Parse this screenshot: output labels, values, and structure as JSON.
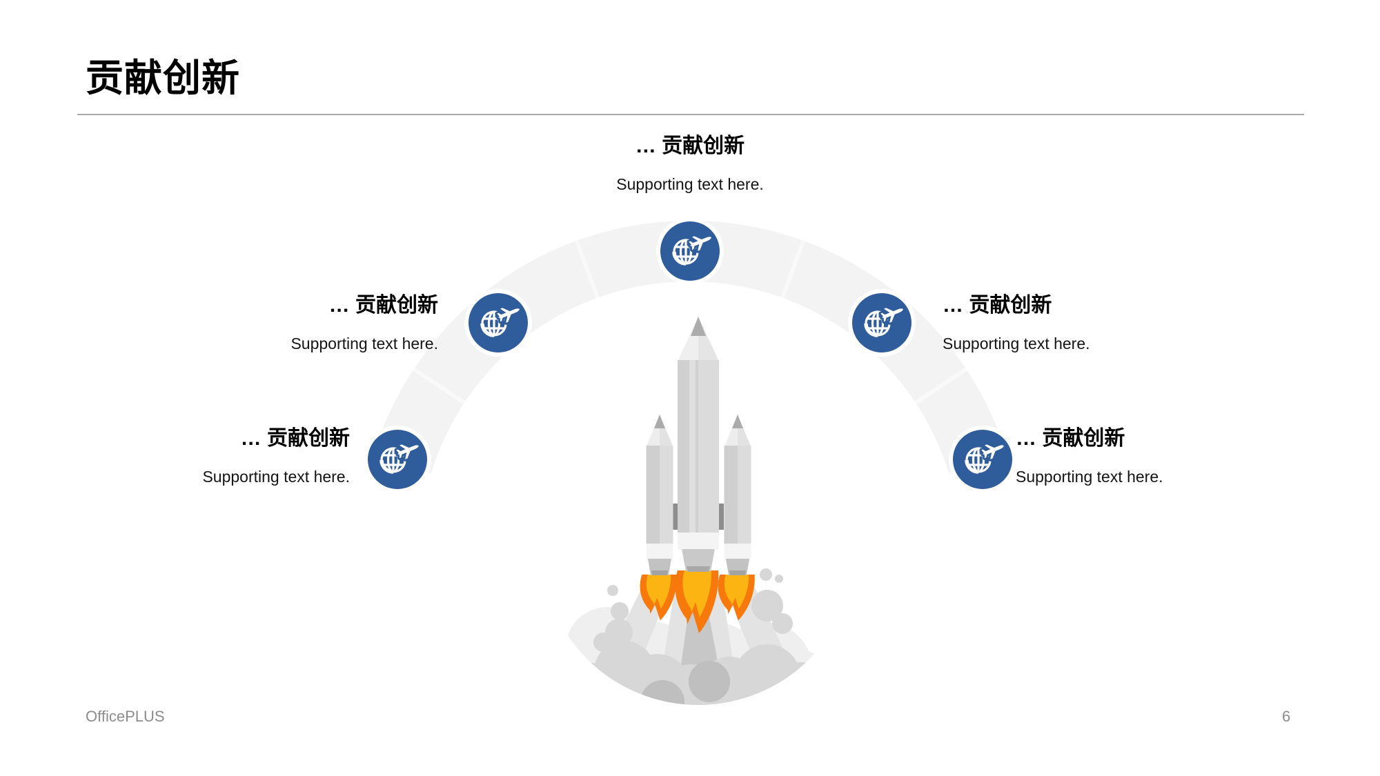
{
  "slide": {
    "title": "贡献创新",
    "items": [
      {
        "position": "top",
        "title": "… 贡献创新",
        "subtitle": "Supporting text here."
      },
      {
        "position": "middle-left",
        "title": "… 贡献创新",
        "subtitle": "Supporting text here."
      },
      {
        "position": "middle-right",
        "title": "… 贡献创新",
        "subtitle": "Supporting text here."
      },
      {
        "position": "lower-left",
        "title": "… 贡献创新",
        "subtitle": "Supporting text here."
      },
      {
        "position": "lower-right",
        "title": "… 贡献创新",
        "subtitle": "Supporting text here."
      }
    ],
    "node_icon": "globe-plane",
    "footer": {
      "brand": "OfficePLUS",
      "page_number": "6"
    },
    "colors": {
      "accent_blue": "#2F5D9C",
      "band_gray": "#F3F3F3",
      "flame_outer": "#F7790B",
      "flame_inner": "#FCB412",
      "rule_gray": "#A9A9A9"
    }
  }
}
